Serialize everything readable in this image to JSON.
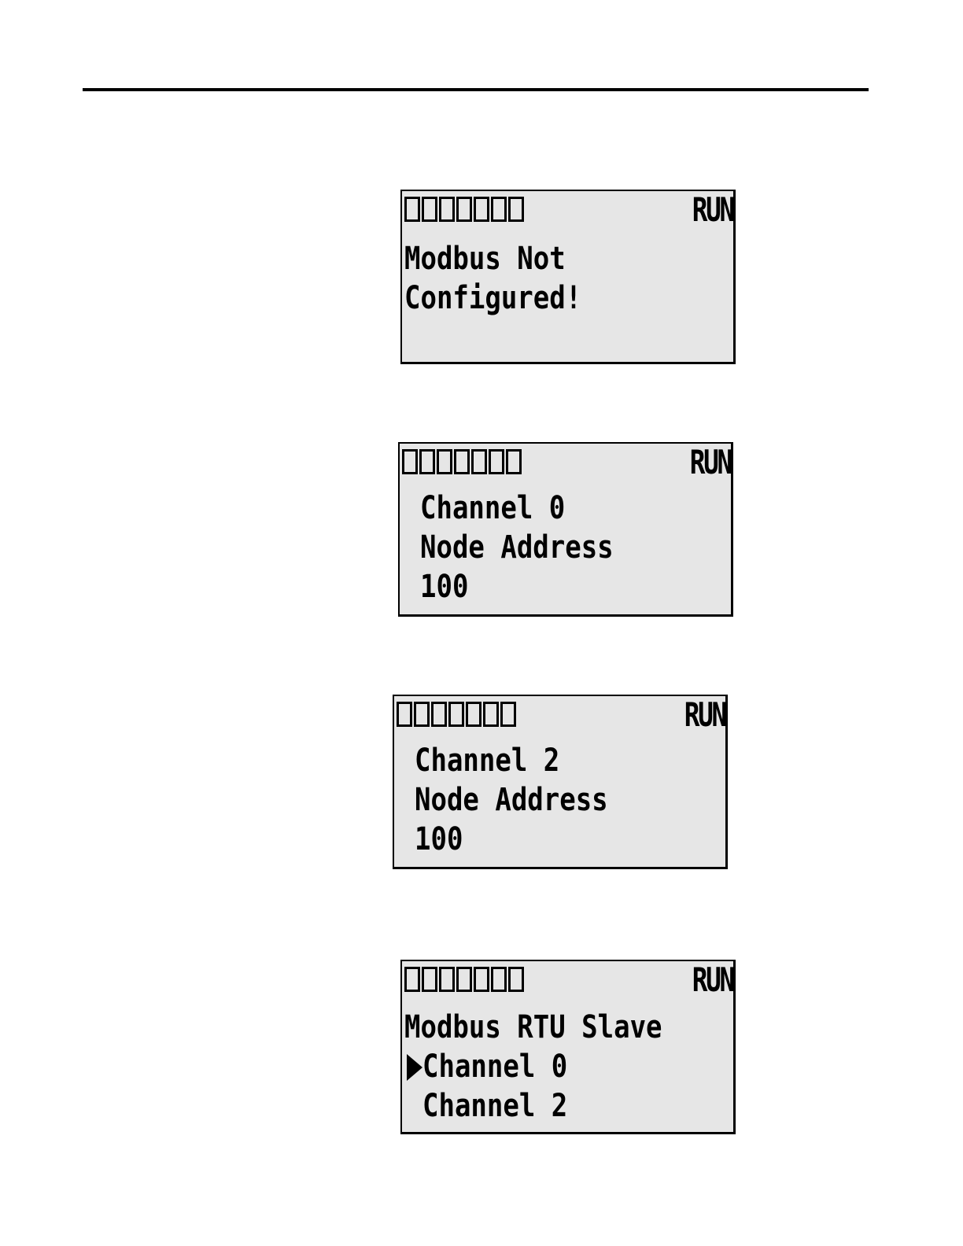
{
  "screens": [
    {
      "mode": "RUN",
      "lines": [
        "Modbus Not",
        "Configured!",
        ""
      ]
    },
    {
      "mode": "RUN",
      "lines": [
        "Channel 0",
        "Node Address",
        "100"
      ]
    },
    {
      "mode": "RUN",
      "lines": [
        "Channel 2",
        "Node Address",
        "100"
      ]
    },
    {
      "mode": "RUN",
      "title": "Modbus RTU Slave",
      "menu": [
        {
          "label": "Channel 0",
          "selected": true
        },
        {
          "label": "Channel 2",
          "selected": false
        }
      ]
    }
  ]
}
